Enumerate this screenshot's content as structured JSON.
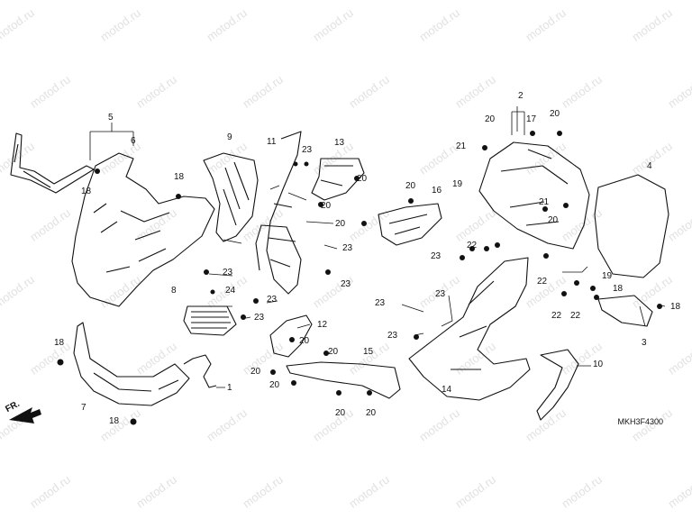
{
  "watermark": "motod.ru",
  "direction_label": "FR.",
  "diagram_code": "MKH3F4300",
  "callouts": {
    "c1": "1",
    "c2": "2",
    "c3": "3",
    "c4": "4",
    "c5": "5",
    "c6": "6",
    "c7": "7",
    "c8": "8",
    "c9": "9",
    "c10": "10",
    "c11": "11",
    "c12": "12",
    "c13": "13",
    "c14": "14",
    "c15": "15",
    "c16": "16",
    "c17": "17",
    "c18": "18",
    "c19": "19",
    "c20": "20",
    "c21": "21",
    "c22": "22",
    "c23": "23",
    "c24": "24"
  }
}
